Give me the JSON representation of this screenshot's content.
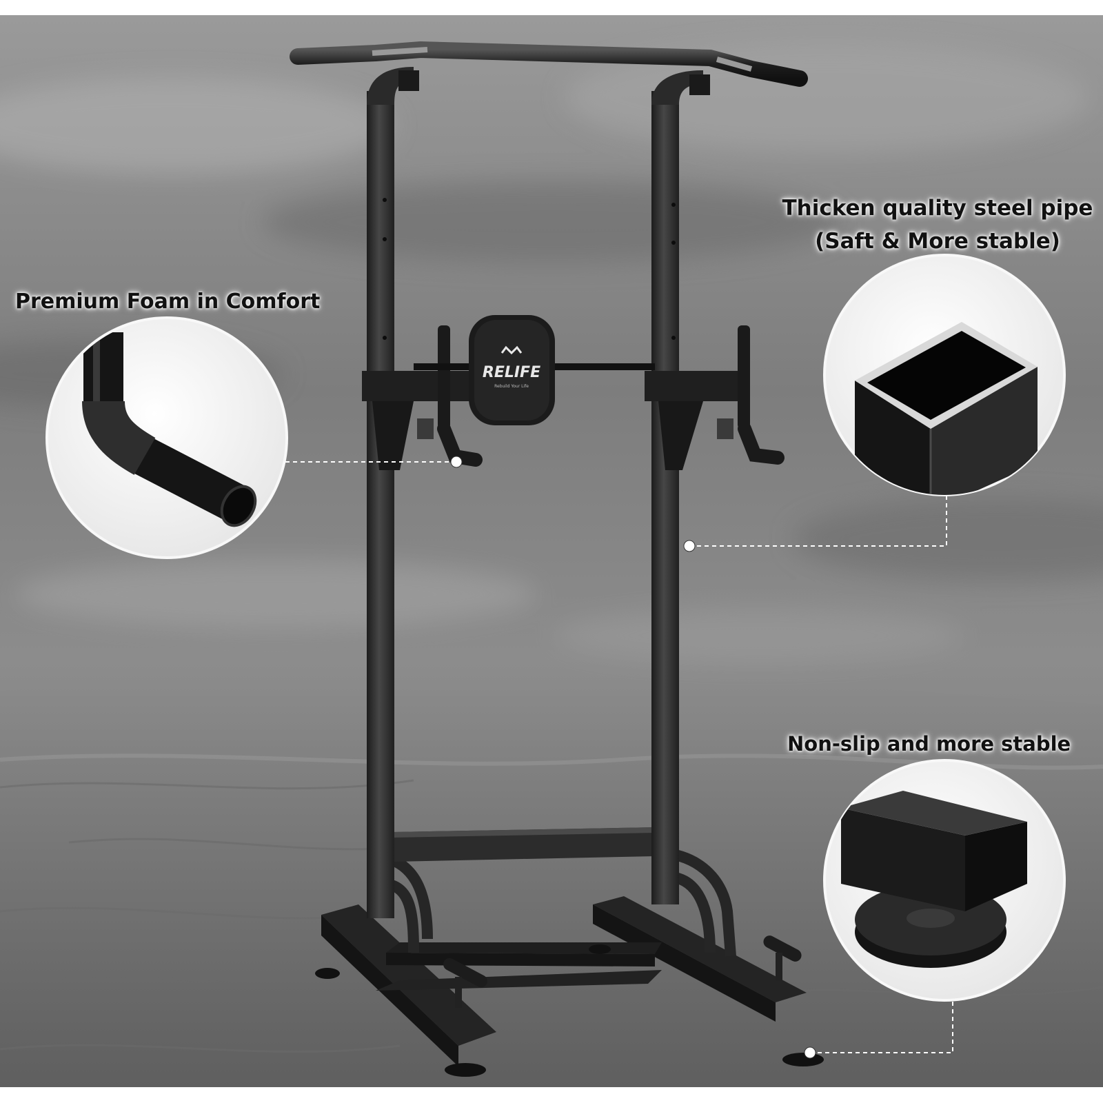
{
  "brand": {
    "logo_text": "RELIFE",
    "logo_tagline": "Rebuild Your Life"
  },
  "callouts": [
    {
      "id": "foam",
      "text": "Premium Foam in Comfort",
      "icon": "foam-handle-detail"
    },
    {
      "id": "pipe",
      "text": "Thicken quality steel pipe",
      "subtext": "(Saft & More stable)",
      "icon": "square-steel-pipe-detail"
    },
    {
      "id": "base",
      "text": "Non-slip and more stable",
      "icon": "foot-pad-detail"
    }
  ],
  "colors": {
    "frame": "#2b2b2b",
    "frame_highlight": "#4a4a4a",
    "sky": "#8e8e8e",
    "sand": "#7a7a7a",
    "inset_bg": "#f2f2f2",
    "leader": "#ffffff"
  }
}
